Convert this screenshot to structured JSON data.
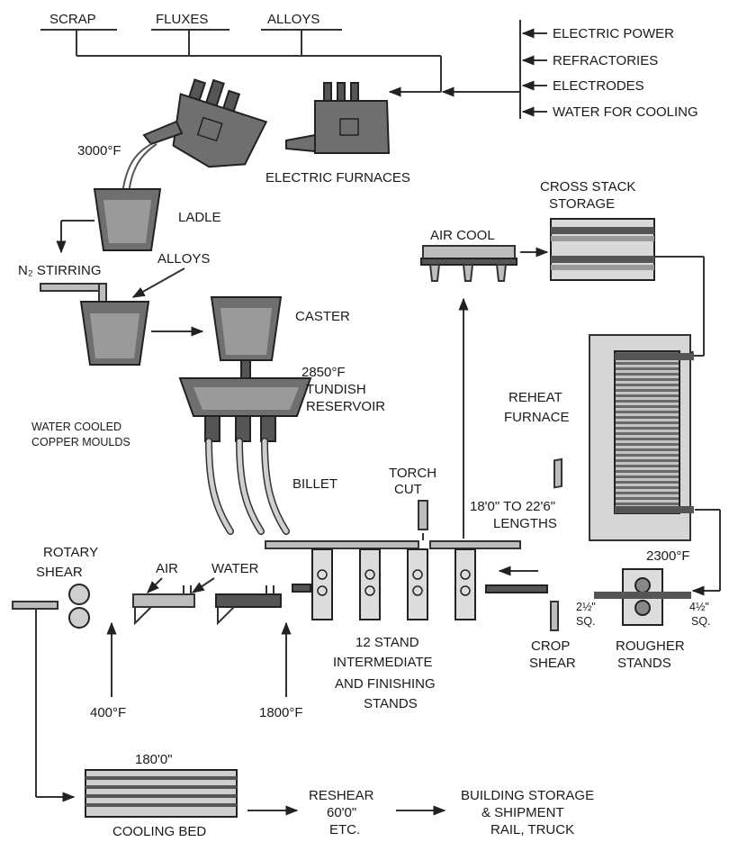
{
  "inputs": {
    "scrap": "SCRAP",
    "fluxes": "FLUXES",
    "alloys": "ALLOYS"
  },
  "utilities": [
    "ELECTRIC POWER",
    "REFRACTORIES",
    "ELECTRODES",
    "WATER FOR COOLING"
  ],
  "furnace": {
    "temp": "3000°F",
    "label": "ELECTRIC FURNACES"
  },
  "ladle": "LADLE",
  "stirring": {
    "label": "N₂ STIRRING",
    "alloys": "ALLOYS"
  },
  "caster": "CASTER",
  "tundish": {
    "temp": "2850°F",
    "line1": "TUNDISH",
    "line2": "RESERVOIR"
  },
  "molds": {
    "line1": "WATER COOLED",
    "line2": "COPPER MOULDS"
  },
  "billet": "BILLET",
  "torch": {
    "line1": "TORCH",
    "line2": "CUT"
  },
  "lengths": {
    "line1": "18'0\" TO 22'6\"",
    "line2": "LENGTHS"
  },
  "air_cool": "AIR COOL",
  "cross_stack": {
    "line1": "CROSS STACK",
    "line2": "STORAGE"
  },
  "reheat": {
    "line1": "REHEAT",
    "line2": "FURNACE",
    "temp": "2300°F"
  },
  "rougher": {
    "line1": "ROUGHER",
    "line2": "STANDS",
    "size_in": "4½\"",
    "size_in_unit": "SQ.",
    "size_out": "2½\"",
    "size_out_unit": "SQ."
  },
  "crop_shear": {
    "line1": "CROP",
    "line2": "SHEAR"
  },
  "stands": {
    "line1": "12 STAND",
    "line2": "INTERMEDIATE",
    "line3": "AND FINISHING",
    "line4": "STANDS"
  },
  "cooling": {
    "air": "AIR",
    "water": "WATER",
    "temp_hot": "1800°F",
    "temp_cool": "400°F"
  },
  "rotary_shear": {
    "line1": "ROTARY",
    "line2": "SHEAR"
  },
  "cooling_bed": {
    "label": "COOLING BED",
    "length": "180'0\""
  },
  "reshear": {
    "line1": "RESHEAR",
    "line2": "60'0\"",
    "line3": "ETC."
  },
  "shipping": {
    "line1": "BUILDING STORAGE",
    "line2": "& SHIPMENT",
    "line3": "RAIL, TRUCK"
  }
}
